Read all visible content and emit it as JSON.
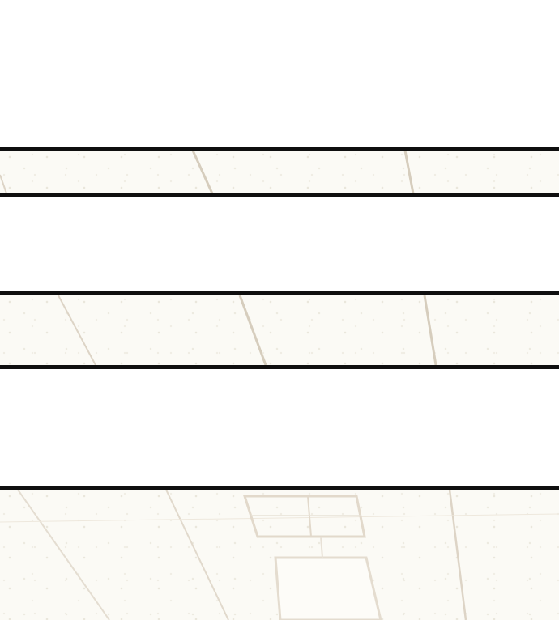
{
  "comic_page": {
    "panels": [
      {
        "id": "panel-1",
        "content": "blank"
      },
      {
        "id": "panel-2",
        "content": "ceiling-tiles"
      },
      {
        "id": "panel-3",
        "content": "blank"
      },
      {
        "id": "panel-4",
        "content": "ceiling-tiles"
      },
      {
        "id": "panel-5",
        "content": "blank"
      },
      {
        "id": "panel-6",
        "content": "ceiling-with-light-fixture"
      }
    ],
    "colors": {
      "background": "#ffffff",
      "border": "#0f0f0f",
      "ceiling": "#fbfaf5",
      "tile_seam": "#d9d0c2"
    }
  }
}
